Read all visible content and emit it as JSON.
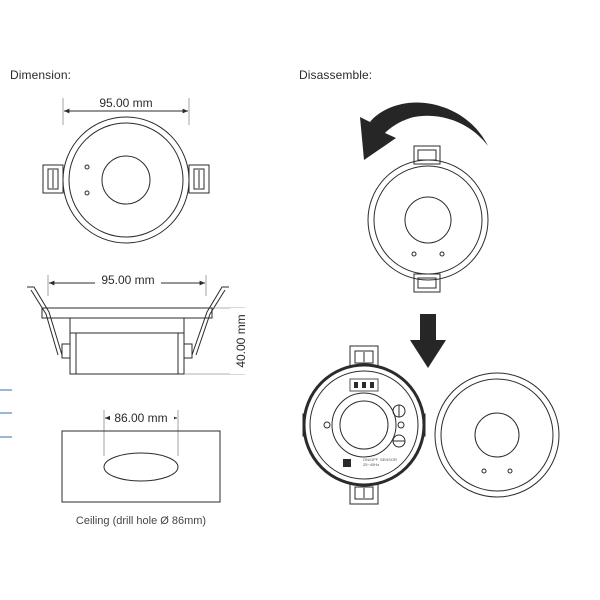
{
  "sections": {
    "dimension_title": "Dimension:",
    "disassemble_title": "Disassemble:"
  },
  "dimensions": {
    "top_width": "95.00 mm",
    "side_width": "95.00 mm",
    "height": "40.00 mm",
    "hole_width": "86.00 mm"
  },
  "captions": {
    "ceiling": "Ceiling (drill hole Ø 86mm)"
  },
  "panel": {
    "line_1": "ON/OFF",
    "line_2": "25~40Hz",
    "line_3": "SENSOR"
  },
  "colors": {
    "line": "#2b2b2b",
    "accent_ticks": "#3a6db5"
  }
}
